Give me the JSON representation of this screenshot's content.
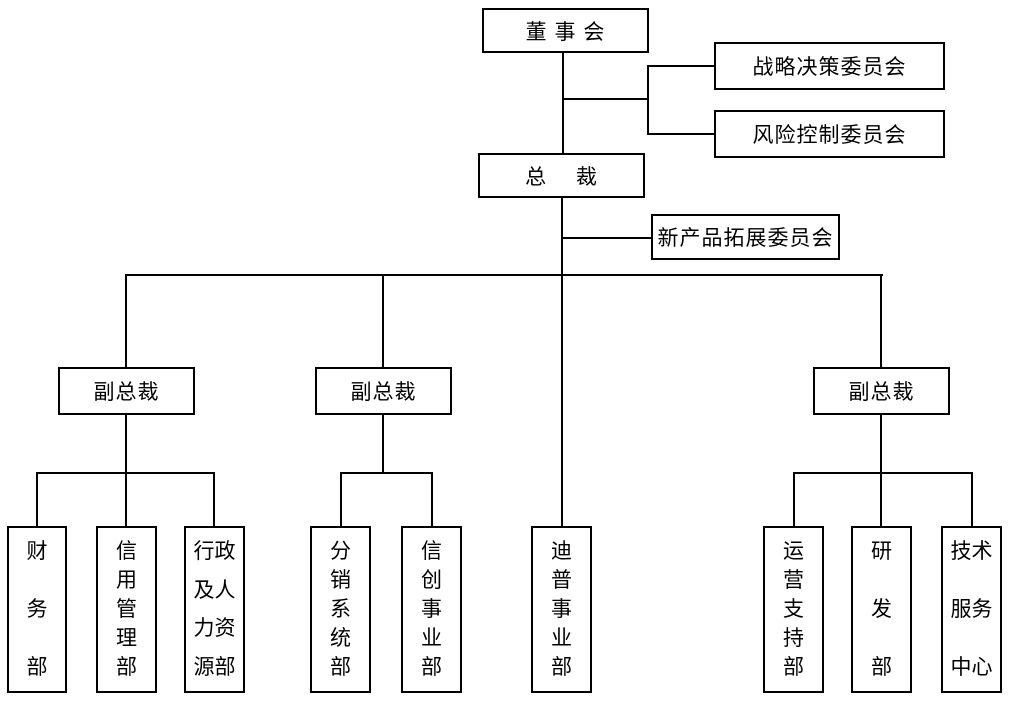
{
  "org_chart": {
    "colors": {
      "line": "#000000",
      "box_background": "#ffffff",
      "text": "#000000"
    },
    "board": {
      "label": "董 事 会"
    },
    "strategic_committee": {
      "label": "战略决策委员会"
    },
    "risk_committee": {
      "label": "风险控制委员会"
    },
    "president": {
      "label": "总　 裁"
    },
    "new_product_committee": {
      "label": "新产品拓展委员会"
    },
    "vice_presidents": [
      {
        "label": "副总裁"
      },
      {
        "label": "副总裁"
      },
      {
        "label": "副总裁"
      }
    ],
    "departments": [
      {
        "label": "财务部",
        "lines": [
          "财",
          "务",
          "部"
        ]
      },
      {
        "label": "信用管理部",
        "lines": [
          "信",
          "用",
          "管",
          "理",
          "部"
        ]
      },
      {
        "label": "行政及人力资源部",
        "lines": [
          "行政",
          "及人",
          "力资",
          "源部"
        ]
      },
      {
        "label": "分销系统部",
        "lines": [
          "分",
          "销",
          "系",
          "统",
          "部"
        ]
      },
      {
        "label": "信创事业部",
        "lines": [
          "信",
          "创",
          "事",
          "业",
          "部"
        ]
      },
      {
        "label": "迪普事业部",
        "lines": [
          "迪",
          "普",
          "事",
          "业",
          "部"
        ]
      },
      {
        "label": "运营支持部",
        "lines": [
          "运",
          "营",
          "支",
          "持",
          "部"
        ]
      },
      {
        "label": "研发部",
        "lines": [
          "研",
          "发",
          "部"
        ]
      },
      {
        "label": "技术服务中心",
        "lines": [
          "技术",
          "服务",
          "中心"
        ]
      }
    ]
  }
}
